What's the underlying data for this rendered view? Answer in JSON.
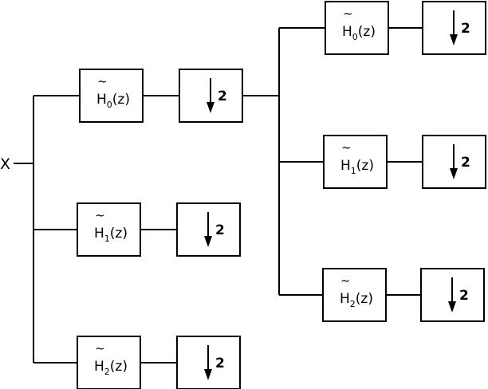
{
  "input_label": "X",
  "stage1": [
    {
      "filter": {
        "base": "H",
        "tilde": "~",
        "sub": "0",
        "arg": "(z)"
      },
      "downsample": "2"
    },
    {
      "filter": {
        "base": "H",
        "tilde": "~",
        "sub": "1",
        "arg": "(z)"
      },
      "downsample": "2"
    },
    {
      "filter": {
        "base": "H",
        "tilde": "~",
        "sub": "2",
        "arg": "(z)"
      },
      "downsample": "2"
    }
  ],
  "stage2": [
    {
      "filter": {
        "base": "H",
        "tilde": "~",
        "sub": "0",
        "arg": "(z)"
      },
      "downsample": "2"
    },
    {
      "filter": {
        "base": "H",
        "tilde": "~",
        "sub": "1",
        "arg": "(z)"
      },
      "downsample": "2"
    },
    {
      "filter": {
        "base": "H",
        "tilde": "~",
        "sub": "2",
        "arg": "(z)"
      },
      "downsample": "2"
    }
  ]
}
